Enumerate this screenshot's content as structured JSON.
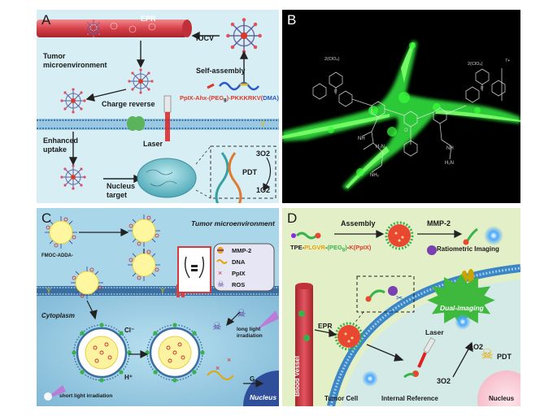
{
  "panels": {
    "a": {
      "letter": "A",
      "epr": "EPR",
      "iocv": "IOCV",
      "tumor_microenvironment": "Tumor\nmicroenvironment",
      "self_assembly": "Self-assembly",
      "charge_reverse": "Charge reverse",
      "formula_a": "PpIX-Ahx-(PEG",
      "formula_b": "8",
      "formula_c": ")-PKKKRKV(",
      "formula_d": "DMA",
      "formula_e": ")",
      "enhanced_uptake": "Enhanced\nuptake",
      "laser": "Laser",
      "nucleus_target": "Nucleus\ntarget",
      "singlet_oxygen_in": "3O2",
      "pdt": "PDT",
      "singlet_oxygen_out": "1O2"
    },
    "b": {
      "letter": "B",
      "charge_left": "2(ClO₄)",
      "charge_right": "2(ClO₄)",
      "charge_power": "7+"
    },
    "c": {
      "letter": "C",
      "tumor_microenvironment": "Tumor microenvironment",
      "reagent_label": "FMOC-ADDA-",
      "mmp2": "MMP-2",
      "dna": "DNA",
      "ppix": "PpIX",
      "ros": "ROS",
      "cytoplasm": "Cytoplasm",
      "cl_ion": "Cl⁻",
      "h_ion": "H⁺",
      "long_light": "long light\nirradiation",
      "short_light": "short light irradiation",
      "g_label": "G",
      "nucleus": "Nucleus"
    },
    "d": {
      "letter": "D",
      "assembly": "Assembly",
      "mmp2": "MMP-2",
      "tpe_black": "TPE-",
      "tpe_plgvr": "PLGVR",
      "tpe_dash1": "-",
      "tpe_peg": "(PEG",
      "tpe_sub": "8",
      "tpe_peg_close": ")",
      "tpe_dash2": "-",
      "tpe_k": "K(PpIX)",
      "ratiometric_imaging": "Ratiometric  Imaging",
      "epr": "EPR",
      "dual_imaging": "Dual-imaging",
      "laser": "Laser",
      "singlet_oxygen_out": "1O2",
      "singlet_oxygen_in": "3O2",
      "pdt": "PDT",
      "blood_vessel": "Blood Vessel",
      "tumor_cell": "Tumor Cell",
      "internal_reference": "Internal  Reference",
      "nucleus": "Nucleus"
    }
  },
  "colors": {
    "vessel_red": "#d9414a",
    "membrane_blue": "#3a78a8",
    "nucleus_teal": "#5cb8c4",
    "micelle_red": "#d93a2b",
    "micelle_green": "#37b34a",
    "text_red": "#e03a2a",
    "text_blue": "#2a58c8",
    "text_orange": "#e8a400",
    "glow_green": "#39ff3a"
  }
}
